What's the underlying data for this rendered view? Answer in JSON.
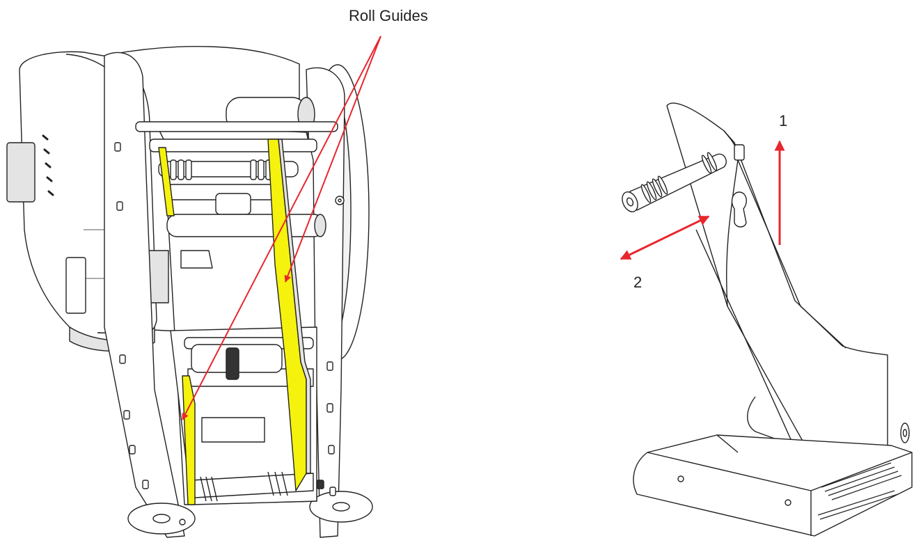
{
  "callouts": {
    "roll_guides": "Roll Guides",
    "step_1": "1",
    "step_2": "2"
  },
  "colors": {
    "arrow": "#e8262d",
    "highlight": "#f5f20d",
    "line": "#222222",
    "shade": "#e4e4e4"
  }
}
